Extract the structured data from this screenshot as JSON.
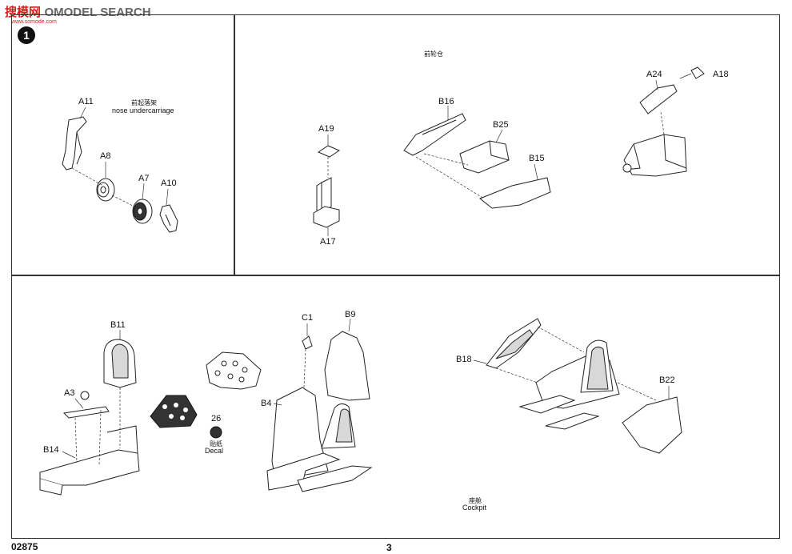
{
  "header": {
    "watermark_cn": "搜模网",
    "watermark_en": "OMODEL SEARCH",
    "watermark_sub": "www.somode.com",
    "step_number": "1"
  },
  "footer": {
    "kit_code": "02875",
    "page_number": "3"
  },
  "panels": {
    "nose_undercarriage": {
      "title_cn": "前起落架",
      "title_en": "nose undercarriage",
      "parts": [
        "A11",
        "A8",
        "A7",
        "A10"
      ]
    },
    "nose_wheel_bay": {
      "title_cn": "前轮仓",
      "parts": [
        "A19",
        "A17",
        "B16",
        "B25",
        "B15",
        "A24",
        "A18"
      ]
    },
    "cockpit": {
      "title_cn": "座舱",
      "title_en": "Cockpit",
      "parts": [
        "B11",
        "A3",
        "B14",
        "26",
        "C1",
        "B9",
        "B4",
        "B18",
        "B22"
      ],
      "decal_cn": "贴纸",
      "decal_en": "Decal"
    }
  }
}
